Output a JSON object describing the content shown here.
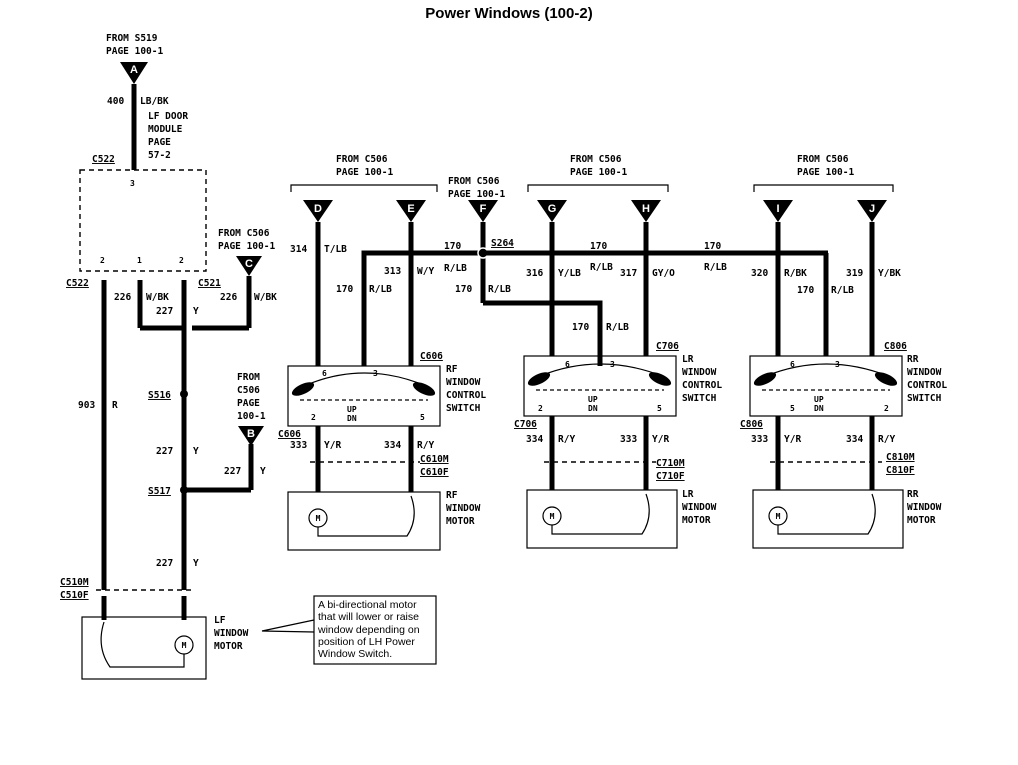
{
  "title": "Power Windows (100-2)",
  "source_from_s519": {
    "line1": "FROM S519",
    "line2": "PAGE 100-1"
  },
  "connectors": {
    "A": "A",
    "B": "B",
    "C": "C",
    "D": "D",
    "E": "E",
    "F": "F",
    "G": "G",
    "H": "H",
    "I": "I",
    "J": "J"
  },
  "from_c506": {
    "line1": "FROM C506",
    "line2": "PAGE 100-1"
  },
  "from_c506_b": {
    "line1": "FROM",
    "line2": "C506",
    "line3": "PAGE",
    "line4": "100-1"
  },
  "lf_module": {
    "l1": "LF DOOR",
    "l2": "MODULE",
    "l3": "PAGE",
    "l4": "57-2"
  },
  "c_labels": {
    "c522": "C522",
    "c521": "C521",
    "c606": "C606",
    "c706": "C706",
    "c806": "C806",
    "c610m": "C610M",
    "c610f": "C610F",
    "c710m": "C710M",
    "c710f": "C710F",
    "c810m": "C810M",
    "c810f": "C810F",
    "c510m": "C510M",
    "c510f": "C510F"
  },
  "splices": {
    "s516": "S516",
    "s517": "S517",
    "s264": "S264"
  },
  "pins": {
    "p1": "1",
    "p2": "2",
    "p3": "3",
    "p5": "5",
    "p6": "6"
  },
  "wires": {
    "w400": "400",
    "lbbk": "LB/BK",
    "w226": "226",
    "wbk": "W/BK",
    "w227": "227",
    "y": "Y",
    "w903": "903",
    "r": "R",
    "w314": "314",
    "tlb": "T/LB",
    "w313": "313",
    "wy": "W/Y",
    "w170": "170",
    "rlb": "R/LB",
    "w316": "316",
    "ylb": "Y/LB",
    "w317": "317",
    "gyo": "GY/O",
    "w320": "320",
    "rbk": "R/BK",
    "w319": "319",
    "ybk": "Y/BK",
    "w333": "333",
    "yr": "Y/R",
    "w334": "334",
    "ry": "R/Y"
  },
  "switches": {
    "rf": {
      "l1": "RF",
      "l2": "WINDOW",
      "l3": "CONTROL",
      "l4": "SWITCH"
    },
    "lr": {
      "l1": "LR",
      "l2": "WINDOW",
      "l3": "CONTROL",
      "l4": "SWITCH"
    },
    "rr": {
      "l1": "RR",
      "l2": "WINDOW",
      "l3": "CONTROL",
      "l4": "SWITCH"
    }
  },
  "updn": {
    "up": "UP",
    "dn": "DN"
  },
  "motors": {
    "rf": {
      "l1": "RF",
      "l2": "WINDOW",
      "l3": "MOTOR"
    },
    "lr": {
      "l1": "LR",
      "l2": "WINDOW",
      "l3": "MOTOR"
    },
    "rr": {
      "l1": "RR",
      "l2": "WINDOW",
      "l3": "MOTOR"
    },
    "lf": {
      "l1": "LF",
      "l2": "WINDOW",
      "l3": "MOTOR"
    }
  },
  "motor_symbol": "M",
  "note": {
    "l1": "A bi-directional motor",
    "l2": "that will lower or raise",
    "l3": "window depending on",
    "l4": "position of LH Power",
    "l5": "Window Switch."
  }
}
